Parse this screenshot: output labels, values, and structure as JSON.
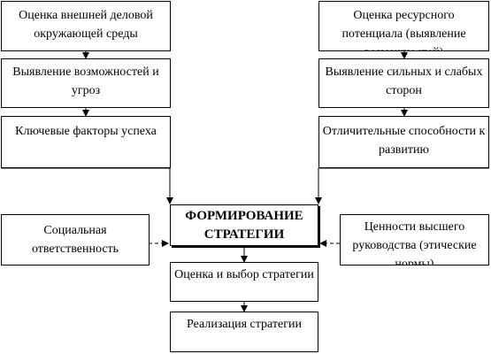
{
  "diagram": {
    "left_column": {
      "external_assessment": "Оценка внешней деловой окружающей среды",
      "opportunities_threats": "Выявление возможностей и угроз",
      "key_success_factors": "Ключевые факторы успеха"
    },
    "right_column": {
      "resource_assessment": "Оценка ресурсного потенциала (выявление возможностей)",
      "strengths_weaknesses": "Выявление сильных и слабых сторон",
      "distinctive_capabilities": "Отличительные способности к развитию"
    },
    "side_inputs": {
      "social_responsibility": "Социальная ответственность",
      "management_values": "Ценности высшего руководства (этические нормы)"
    },
    "center_column": {
      "strategy_formation": "ФОРМИРОВАНИЕ СТРАТЕГИИ",
      "strategy_evaluation": "Оценка и выбор стратегии",
      "strategy_implementation": "Реализация стратегии"
    }
  }
}
